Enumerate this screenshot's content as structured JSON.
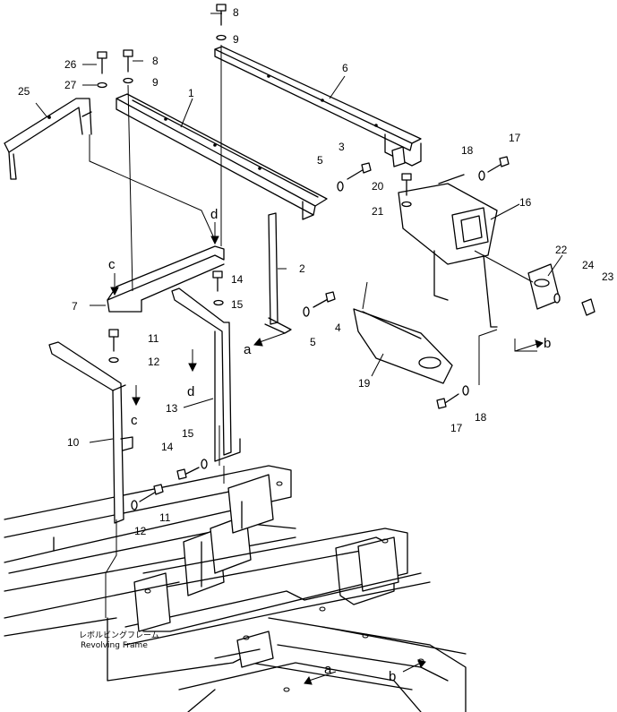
{
  "diagram": {
    "callouts": [
      "1",
      "2",
      "3",
      "4",
      "5",
      "5",
      "6",
      "7",
      "8",
      "8",
      "9",
      "9",
      "10",
      "11",
      "11",
      "12",
      "12",
      "13",
      "14",
      "14",
      "15",
      "15",
      "16",
      "17",
      "17",
      "18",
      "18",
      "19",
      "20",
      "21",
      "22",
      "23",
      "24",
      "25",
      "26",
      "27"
    ],
    "letters": [
      "a",
      "a",
      "b",
      "b",
      "c",
      "c",
      "d",
      "d"
    ],
    "frame_caption_jp": "レボルビングフレーム",
    "frame_caption_en": "Revolving  Frame"
  }
}
